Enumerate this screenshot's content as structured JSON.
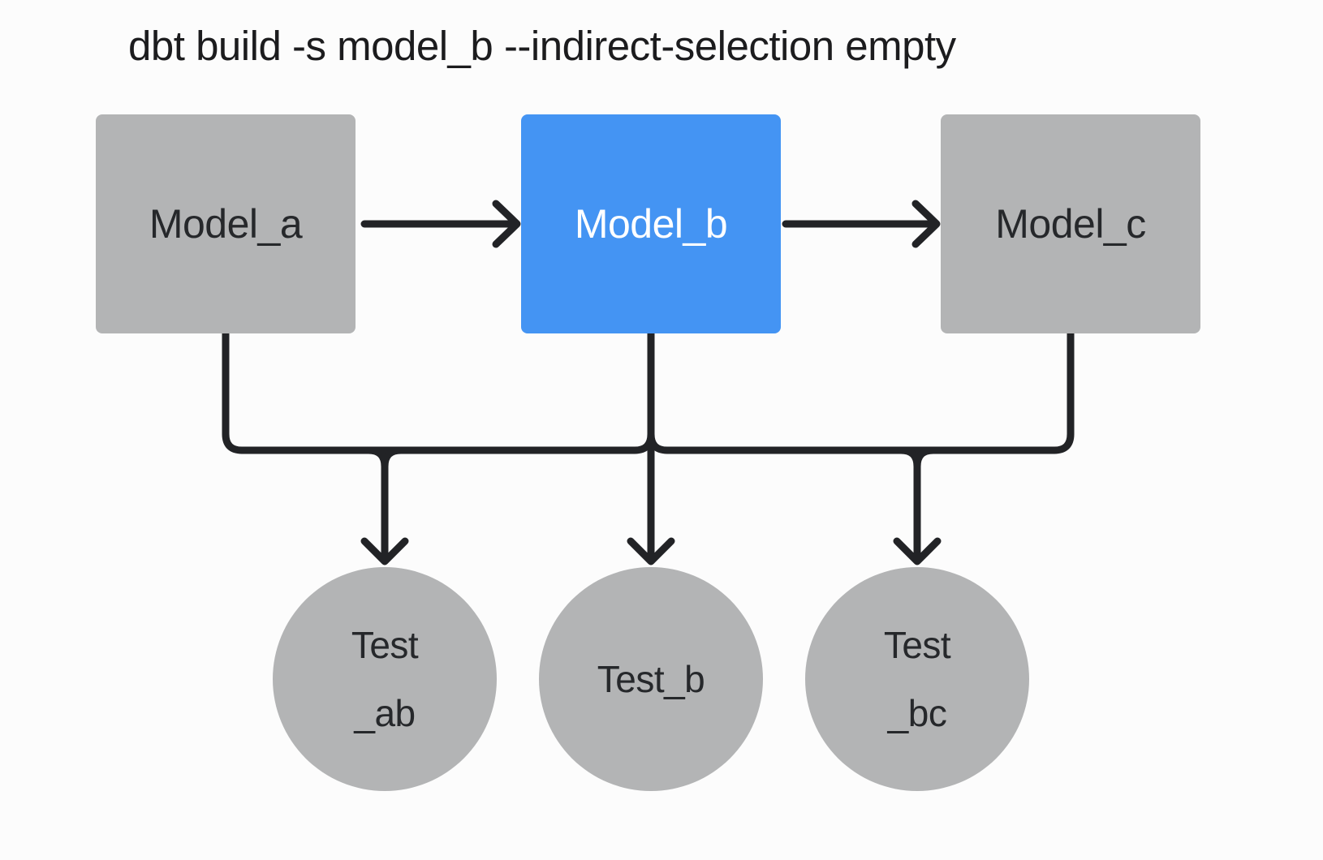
{
  "title": "dbt build -s model_b --indirect-selection empty",
  "colors": {
    "background": "#fcfcfc",
    "unselected_node": "#b3b4b5",
    "selected_node": "#4494f3",
    "edge": "#222326",
    "node_text": "#26282b",
    "selected_text": "#ffffff",
    "title_text": "#1c1c1e"
  },
  "nodes": {
    "model_a": {
      "label": "Model_a",
      "shape": "rectangle",
      "selected": false
    },
    "model_b": {
      "label": "Model_b",
      "shape": "rectangle",
      "selected": true
    },
    "model_c": {
      "label": "Model_c",
      "shape": "rectangle",
      "selected": false
    },
    "test_ab": {
      "lines": [
        "Test",
        "_ab"
      ],
      "shape": "circle",
      "selected": false
    },
    "test_b": {
      "lines": [
        "Test_b"
      ],
      "shape": "circle",
      "selected": false
    },
    "test_bc": {
      "lines": [
        "Test",
        "_bc"
      ],
      "shape": "circle",
      "selected": false
    }
  },
  "edges": [
    {
      "from": "model_a",
      "to": "model_b"
    },
    {
      "from": "model_b",
      "to": "model_c"
    },
    {
      "from": "model_a",
      "to": "test_ab"
    },
    {
      "from": "model_b",
      "to": "test_ab"
    },
    {
      "from": "model_b",
      "to": "test_b"
    },
    {
      "from": "model_b",
      "to": "test_bc"
    },
    {
      "from": "model_c",
      "to": "test_bc"
    }
  ]
}
